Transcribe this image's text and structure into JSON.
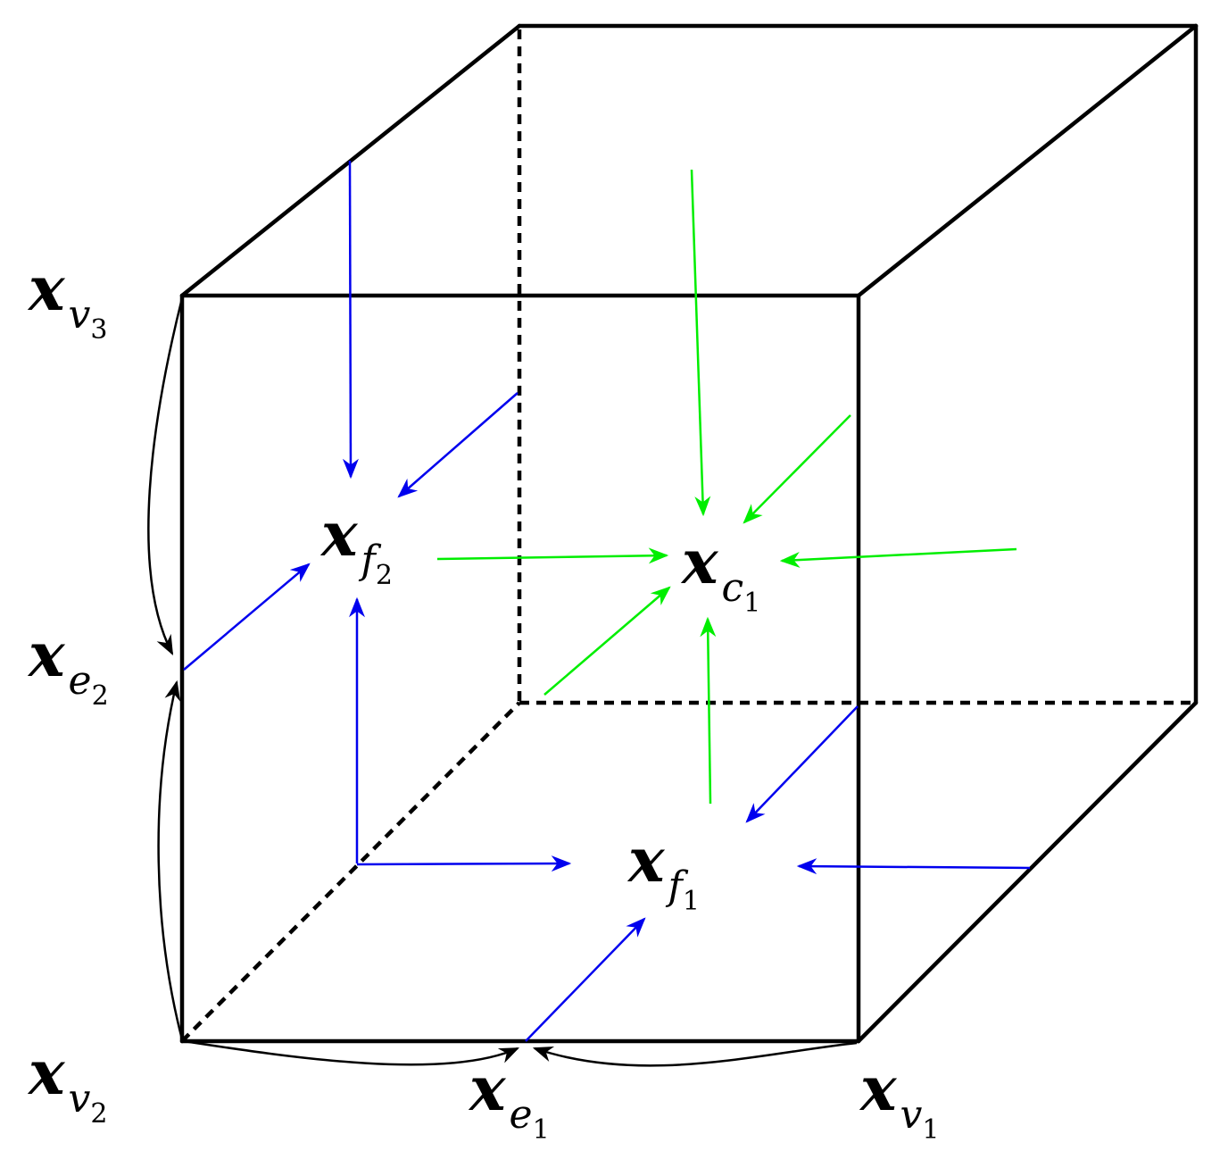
{
  "colors": {
    "edge": "#000000",
    "face_arrow": "#0000ee",
    "cell_arrow": "#00ee00",
    "vertex_arrow": "#000000"
  },
  "labels": {
    "v1": {
      "main": "x",
      "sub": "v",
      "subsub": "1"
    },
    "v2": {
      "main": "x",
      "sub": "v",
      "subsub": "2"
    },
    "v3": {
      "main": "x",
      "sub": "v",
      "subsub": "3"
    },
    "e1": {
      "main": "x",
      "sub": "e",
      "subsub": "1"
    },
    "e2": {
      "main": "x",
      "sub": "e",
      "subsub": "2"
    },
    "f1": {
      "main": "x",
      "sub": "f",
      "subsub": "1"
    },
    "f2": {
      "main": "x",
      "sub": "f",
      "subsub": "2"
    },
    "c1": {
      "main": "x",
      "sub": "c",
      "subsub": "1"
    }
  }
}
